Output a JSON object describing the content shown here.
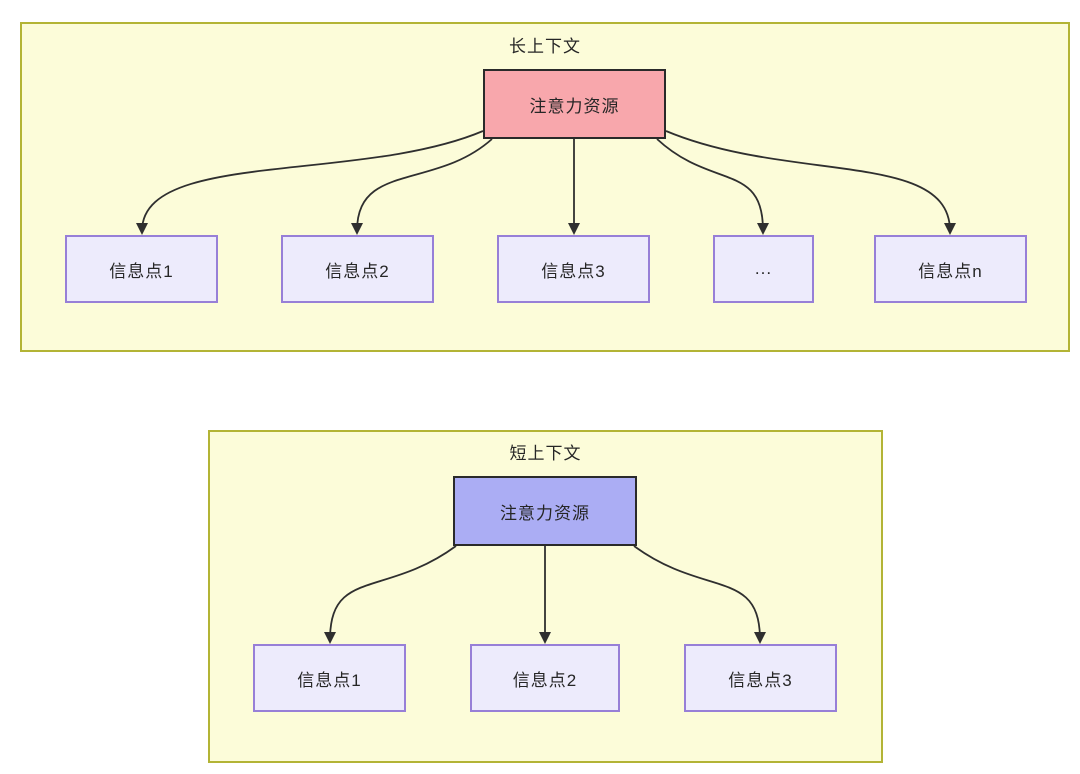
{
  "colors": {
    "page_background": "#ffffff",
    "container_fill": "#fcfcd9",
    "container_border": "#b3b435",
    "attention_long_fill": "#f8a7ac",
    "attention_short_fill": "#abadf4",
    "info_node_fill": "#edebfc",
    "info_node_border": "#977fd7",
    "arrow": "#2f2f2f",
    "text": "#262626"
  },
  "diagrams": [
    {
      "title": "长上下文",
      "attention_label": "注意力资源",
      "nodes": [
        {
          "label": "信息点1"
        },
        {
          "label": "信息点2"
        },
        {
          "label": "信息点3"
        },
        {
          "label": "..."
        },
        {
          "label": "信息点n"
        }
      ]
    },
    {
      "title": "短上下文",
      "attention_label": "注意力资源",
      "nodes": [
        {
          "label": "信息点1"
        },
        {
          "label": "信息点2"
        },
        {
          "label": "信息点3"
        }
      ]
    }
  ]
}
